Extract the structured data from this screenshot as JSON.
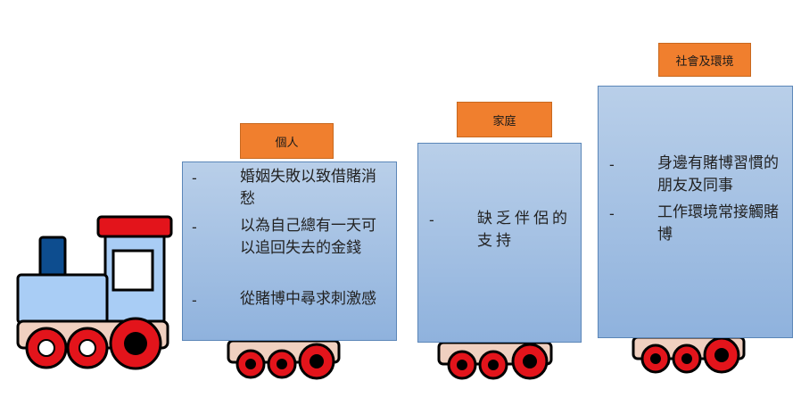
{
  "cars": [
    {
      "id": "personal",
      "label": "個人",
      "items": [
        "婚姻失敗以致借賭消愁",
        "以為自己總有一天可以追回失去的金錢",
        "從賭博中尋求刺激感"
      ]
    },
    {
      "id": "family",
      "label": "家庭",
      "items": [
        "缺乏伴侶的支持"
      ]
    },
    {
      "id": "social",
      "label": "社會及環境",
      "items": [
        "身邊有賭博習慣的朋友及同事",
        "工作環境常接觸賭博"
      ]
    }
  ],
  "bullet": "-",
  "colors": {
    "tag": "#f07f2e",
    "car_body": "#a9c4e6",
    "wheel": "#e3141b",
    "engine_body": "#a9cdf5",
    "engine_base": "#f0d0c0",
    "chimney": "#0d4d8f"
  }
}
